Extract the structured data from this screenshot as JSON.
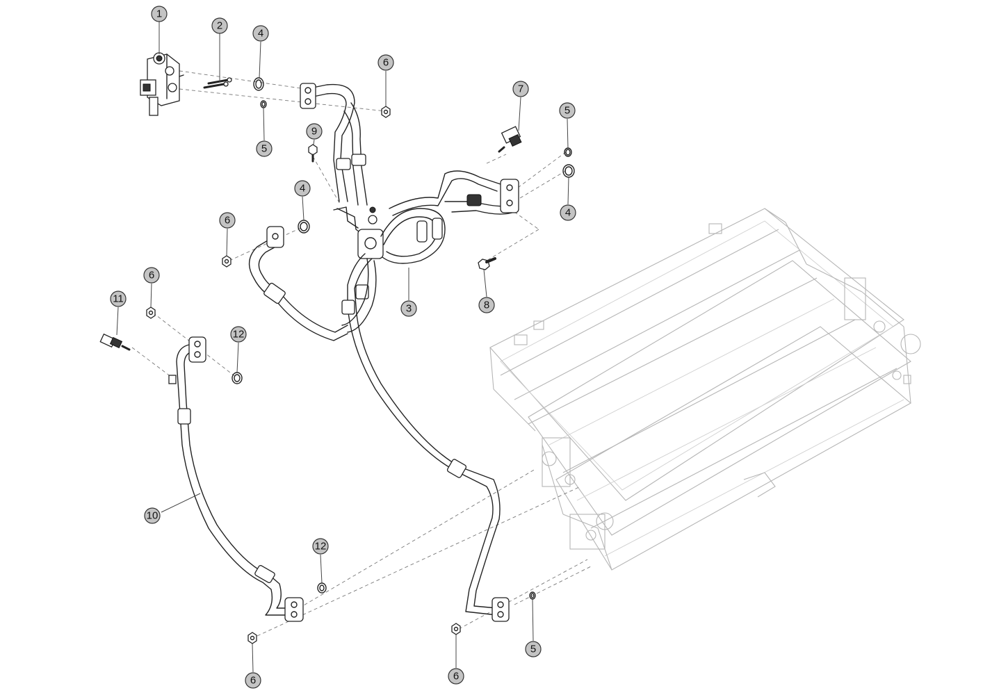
{
  "callouts": [
    {
      "label": "1"
    },
    {
      "label": "2"
    },
    {
      "label": "4"
    },
    {
      "label": "6"
    },
    {
      "label": "7"
    },
    {
      "label": "5"
    },
    {
      "label": "9"
    },
    {
      "label": "5"
    },
    {
      "label": "4"
    },
    {
      "label": "4"
    },
    {
      "label": "6"
    },
    {
      "label": "3"
    },
    {
      "label": "8"
    },
    {
      "label": "6"
    },
    {
      "label": "11"
    },
    {
      "label": "12"
    },
    {
      "label": "10"
    },
    {
      "label": "12"
    },
    {
      "label": "6"
    },
    {
      "label": "6"
    },
    {
      "label": "5"
    }
  ]
}
